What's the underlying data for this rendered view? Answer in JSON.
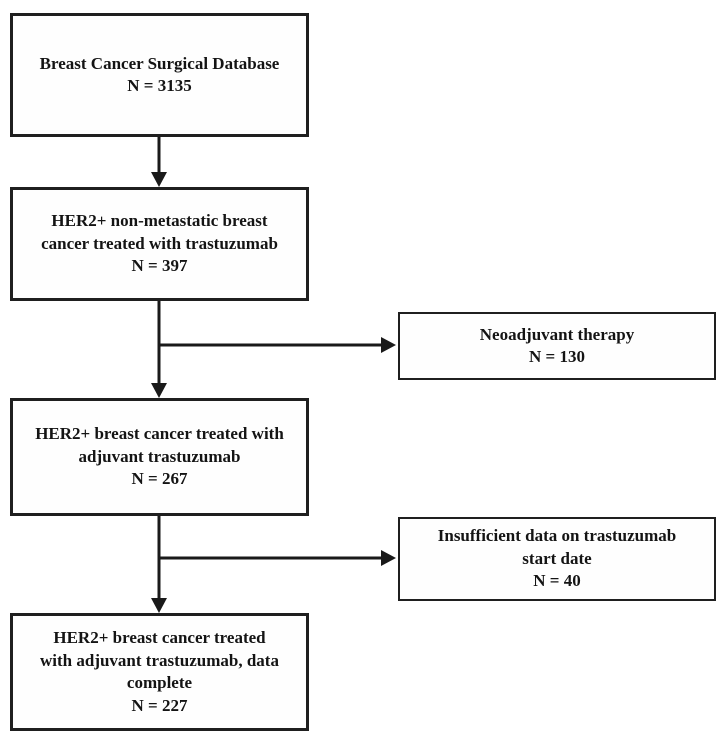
{
  "diagram": {
    "type": "flowchart",
    "description": "Patient selection flow diagram for HER2+ breast cancer treated with trastuzumab",
    "colors": {
      "border": "#1f1f1f",
      "text": "#141414",
      "background": "#ffffff"
    },
    "nodes": [
      {
        "id": "surgical-database",
        "lines": [
          "Breast Cancer Surgical Database",
          "N = 3135"
        ],
        "n": 3135
      },
      {
        "id": "her2-nonmetastatic",
        "lines": [
          "HER2+ non-metastatic breast",
          "cancer treated with trastuzumab",
          "N = 397"
        ],
        "n": 397
      },
      {
        "id": "neoadjuvant-excluded",
        "lines": [
          "Neoadjuvant therapy",
          "N = 130"
        ],
        "n": 130
      },
      {
        "id": "adjuvant-trastuzumab",
        "lines": [
          "HER2+ breast cancer treated with",
          "adjuvant trastuzumab",
          "N = 267"
        ],
        "n": 267
      },
      {
        "id": "insufficient-data-excluded",
        "lines": [
          "Insufficient data on trastuzumab",
          "start date",
          "N = 40"
        ],
        "n": 40
      },
      {
        "id": "data-complete",
        "lines": [
          "HER2+ breast cancer treated",
          "with adjuvant trastuzumab, data",
          "complete",
          "N = 227"
        ],
        "n": 227
      }
    ],
    "edges": [
      {
        "from": "surgical-database",
        "to": "her2-nonmetastatic",
        "direction": "down"
      },
      {
        "from": "her2-nonmetastatic",
        "to": "adjuvant-trastuzumab",
        "direction": "down"
      },
      {
        "from": "her2-nonmetastatic",
        "to": "neoadjuvant-excluded",
        "direction": "right-branch"
      },
      {
        "from": "adjuvant-trastuzumab",
        "to": "data-complete",
        "direction": "down"
      },
      {
        "from": "adjuvant-trastuzumab",
        "to": "insufficient-data-excluded",
        "direction": "right-branch"
      }
    ]
  }
}
